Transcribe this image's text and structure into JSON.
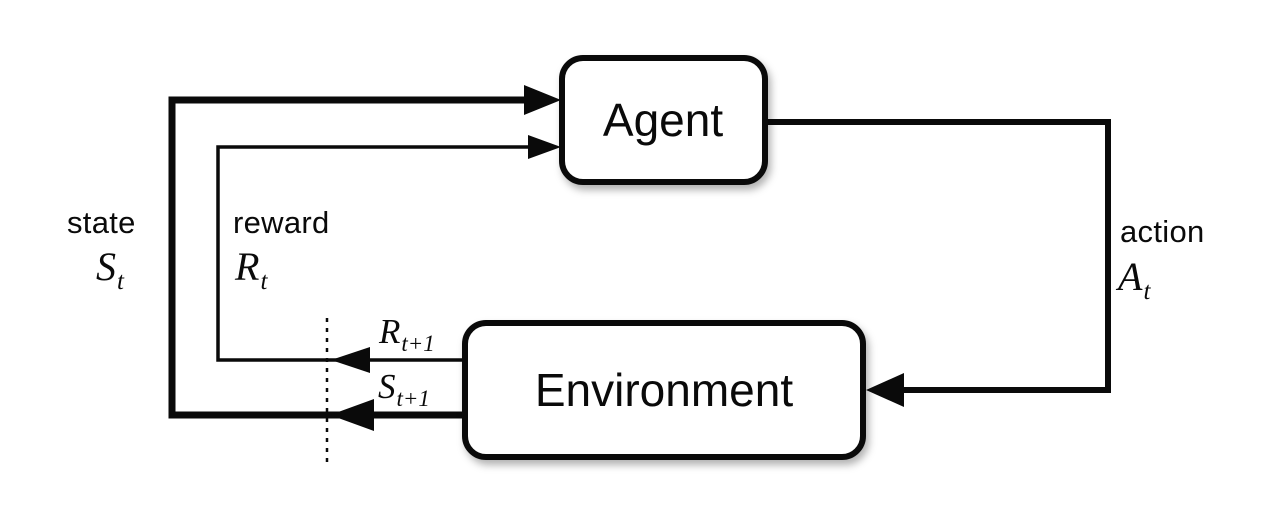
{
  "colors": {
    "ink": "#0a0a0a",
    "background": "#ffffff"
  },
  "nodes": {
    "agent": {
      "label": "Agent"
    },
    "environment": {
      "label": "Environment"
    }
  },
  "edges": {
    "state": {
      "word": "state",
      "symbol": "S",
      "subscript": "t"
    },
    "reward": {
      "word": "reward",
      "symbol": "R",
      "subscript": "t"
    },
    "action": {
      "word": "action",
      "symbol": "A",
      "subscript": "t"
    },
    "next_reward": {
      "symbol": "R",
      "subscript": "t+1"
    },
    "next_state": {
      "symbol": "S",
      "subscript": "t+1"
    }
  }
}
